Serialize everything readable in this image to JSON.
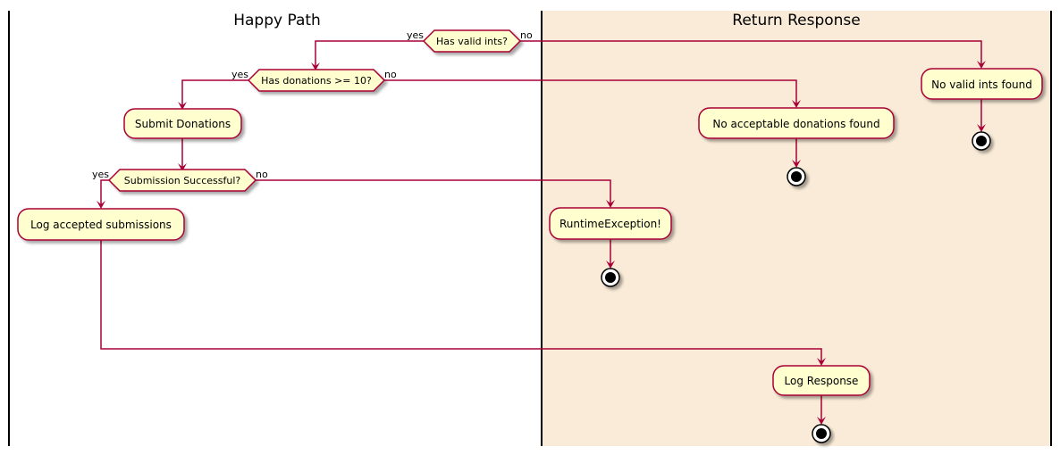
{
  "lanes": {
    "happy_path": {
      "title": "Happy Path"
    },
    "return_response": {
      "title": "Return Response",
      "background": "#F9EBD7"
    }
  },
  "colors": {
    "node_fill": "#FEFECE",
    "edge": "#A80036",
    "lane_divider": "#000000"
  },
  "decisions": {
    "valid_ints": {
      "label": "Has valid ints?",
      "yes": "yes",
      "no": "no"
    },
    "donations": {
      "label": "Has donations >= 10?",
      "yes": "yes",
      "no": "no"
    },
    "submission": {
      "label": "Submission Successful?",
      "yes": "yes",
      "no": "no"
    }
  },
  "activities": {
    "submit_donations": "Submit Donations",
    "log_accepted": "Log accepted submissions",
    "runtime_exception": "RuntimeException!",
    "no_acceptable": "No acceptable donations found",
    "no_valid_ints": "No valid ints found",
    "log_response": "Log Response"
  }
}
